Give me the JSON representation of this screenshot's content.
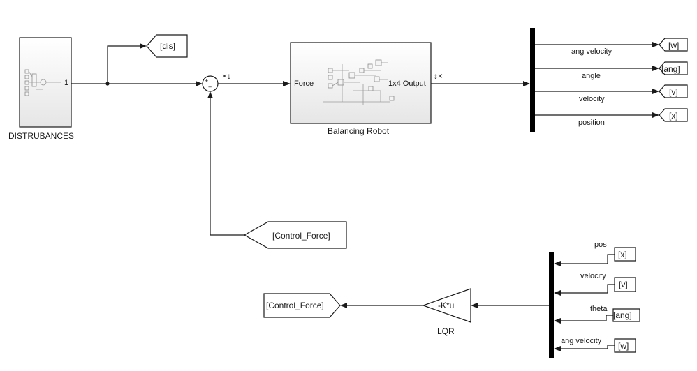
{
  "blocks": {
    "disturbances": {
      "label": "DISTRUBANCES",
      "port_out": "1"
    },
    "balancing_robot": {
      "label": "Balancing Robot",
      "port_in": "Force",
      "port_out": "1x4 Output"
    },
    "sum": {
      "signs": [
        "+",
        "+"
      ]
    },
    "gain": {
      "expr": "-K*u",
      "label": "LQR"
    }
  },
  "signal_markers": {
    "sum_out": "×↓",
    "robot_out": "↕×"
  },
  "goto_tags": {
    "dis": "[dis]",
    "control_force": "[Control_Force]",
    "w": "[w]",
    "ang": "[ang]",
    "v": "[v]",
    "x": "[x]"
  },
  "from_tags": {
    "control_force": "[Control_Force]",
    "x": "[x]",
    "v": "[v]",
    "ang": "[ang]",
    "w": "[w]"
  },
  "demux_signals": [
    "ang velocity",
    "angle",
    "velocity",
    "position"
  ],
  "mux_signals": [
    "pos",
    "velocity",
    "theta",
    "ang velocity"
  ]
}
